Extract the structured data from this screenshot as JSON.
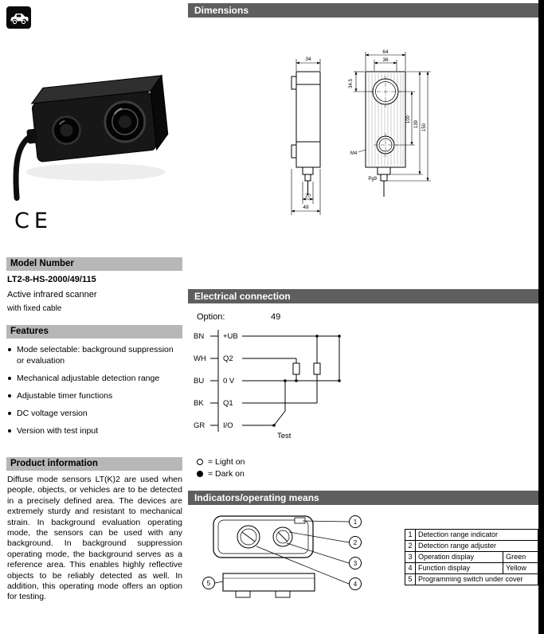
{
  "left": {
    "ce_mark": "CE",
    "model": {
      "header": "Model Number",
      "number": "LT2-8-HS-2000/49/115",
      "description": "Active infrared scanner",
      "subdescription": "with fixed cable"
    },
    "features": {
      "header": "Features",
      "items": [
        "Mode selectable: background suppression or evaluation",
        "Mechanical adjustable detection range",
        "Adjustable timer functions",
        "DC voltage version",
        "Version with test input"
      ]
    },
    "product_info": {
      "header": "Product information",
      "text": "Diffuse mode sensors LT(K)2 are used when people, objects, or vehicles are to be detected in a precisely defined area. The devices are extremely sturdy and resistant to mechanical strain. In background evaluation operating mode, the sensors can be used with any background. In background suppression operating mode, the background serves as a reference area. This enables highly reflective objects to be reliably detected as well. In addition, this operating mode offers an option for testing."
    }
  },
  "dimensions": {
    "header": "Dimensions",
    "labels": {
      "side_width": "34",
      "front_outer": "64",
      "front_inner": "36",
      "lens_offset": "34.5",
      "h_inner": "100",
      "h_mid": "139",
      "h_outer": "150",
      "thread": "M4",
      "stub_width": "20",
      "depth": "49",
      "gland": "Pg9"
    }
  },
  "electrical": {
    "header": "Electrical connection",
    "option_label": "Option:",
    "option_value": "49",
    "wires": [
      {
        "code": "BN",
        "signal": "+UB"
      },
      {
        "code": "WH",
        "signal": "Q2"
      },
      {
        "code": "BU",
        "signal": "0 V"
      },
      {
        "code": "BK",
        "signal": "Q1"
      },
      {
        "code": "GR",
        "signal": "I/O"
      }
    ],
    "test_label": "Test",
    "legend": [
      {
        "text": "= Light on"
      },
      {
        "text": "= Dark on"
      }
    ]
  },
  "indicators": {
    "header": "Indicators/operating means",
    "rows": [
      {
        "num": "1",
        "desc": "Detection range indicator",
        "extra": ""
      },
      {
        "num": "2",
        "desc": "Detection range adjuster",
        "extra": ""
      },
      {
        "num": "3",
        "desc": "Operation display",
        "extra": "Green"
      },
      {
        "num": "4",
        "desc": "Function display",
        "extra": "Yellow"
      },
      {
        "num": "5",
        "desc": "Programming switch under cover",
        "extra": ""
      }
    ]
  }
}
